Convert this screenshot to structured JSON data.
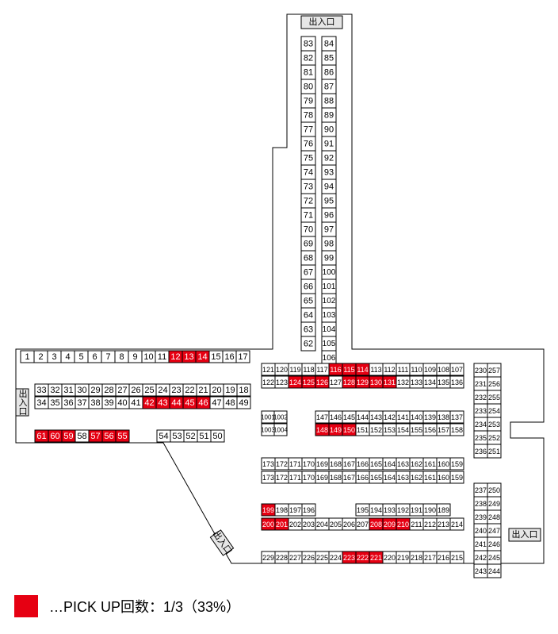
{
  "colors": {
    "highlight": "#e60012",
    "normal": "#ffffff",
    "line": "#000000",
    "exitFill": "#e6e6e6"
  },
  "exits": [
    "出入口",
    "出入口",
    "出入口",
    "出入口"
  ],
  "legend": {
    "text": "…PICK UP回数：1/3（33%）"
  },
  "highlighted": [
    12,
    13,
    14,
    42,
    43,
    44,
    45,
    46,
    55,
    56,
    57,
    59,
    60,
    61,
    114,
    115,
    116,
    124,
    125,
    126,
    128,
    129,
    130,
    131,
    148,
    149,
    150,
    199,
    200,
    201,
    208,
    209,
    210,
    221,
    222,
    223
  ],
  "rows": [
    {
      "nums": [
        83,
        82,
        81,
        80,
        79,
        78,
        77,
        76,
        75,
        74,
        73,
        72,
        71,
        70,
        69,
        68,
        67,
        66,
        65,
        64,
        63,
        62
      ],
      "dir": "v"
    },
    {
      "nums": [
        84,
        85,
        86,
        87,
        88,
        89,
        90,
        91,
        92,
        93,
        94,
        95,
        96,
        97,
        98,
        99,
        100,
        101,
        102,
        103,
        104,
        105,
        106
      ],
      "dir": "v"
    },
    {
      "nums": [
        1,
        2,
        3,
        4,
        5,
        6,
        7,
        8,
        9,
        10,
        11,
        12,
        13,
        14,
        15,
        16,
        17
      ],
      "dir": "h"
    },
    {
      "nums": [
        33,
        32,
        31,
        30,
        29,
        28,
        27,
        26,
        25,
        24,
        23,
        22,
        21,
        20,
        19,
        18
      ],
      "dir": "h"
    },
    {
      "nums": [
        34,
        35,
        36,
        37,
        38,
        39,
        40,
        41,
        42,
        43,
        44,
        45,
        46,
        47,
        48,
        49
      ],
      "dir": "h"
    },
    {
      "nums": [
        61,
        60,
        59,
        58,
        57,
        56,
        55
      ],
      "dir": "h"
    },
    {
      "nums": [
        54,
        53,
        52,
        51,
        50
      ],
      "dir": "h"
    },
    {
      "nums": [
        121,
        120,
        119,
        118,
        117,
        116,
        115,
        114,
        113,
        112,
        111,
        110,
        109,
        108,
        107
      ],
      "dir": "h"
    },
    {
      "nums": [
        122,
        123,
        124,
        125,
        126,
        127,
        128,
        129,
        130,
        131,
        132,
        133,
        134,
        135,
        136
      ],
      "dir": "h"
    },
    {
      "nums": [
        1001,
        1002
      ],
      "dir": "h"
    },
    {
      "nums": [
        1003,
        1004
      ],
      "dir": "h"
    },
    {
      "nums": [
        147,
        146,
        145,
        144,
        143,
        142,
        141,
        140,
        139,
        138,
        137
      ],
      "dir": "h"
    },
    {
      "nums": [
        148,
        149,
        150,
        151,
        152,
        153,
        154,
        155,
        156,
        157,
        158
      ],
      "dir": "h"
    },
    {
      "nums": [
        173,
        172,
        171,
        170,
        169,
        168,
        167,
        166,
        165,
        164,
        163,
        162,
        161,
        160,
        159
      ],
      "dir": "h"
    },
    {
      "nums": [
        173,
        172,
        171,
        170,
        169,
        168,
        167,
        166,
        165,
        164,
        163,
        162,
        161,
        160,
        159
      ],
      "dir": "h"
    },
    {
      "nums": [
        199,
        198,
        197,
        196
      ],
      "dir": "h"
    },
    {
      "nums": [
        195,
        194,
        193,
        192,
        191,
        190,
        189
      ],
      "dir": "h"
    },
    {
      "nums": [
        200,
        201,
        202,
        203,
        204,
        205,
        206,
        207,
        208,
        209,
        210,
        211,
        212,
        213,
        214
      ],
      "dir": "h"
    },
    {
      "nums": [
        229,
        228,
        227,
        226,
        225,
        224,
        223,
        222,
        221,
        220,
        219,
        218,
        217,
        216,
        215
      ],
      "dir": "h"
    },
    {
      "nums": [
        230,
        231,
        232,
        233,
        234,
        235,
        236
      ],
      "dir": "v"
    },
    {
      "nums": [
        257,
        256,
        255,
        254,
        253,
        252,
        251
      ],
      "dir": "v"
    },
    {
      "nums": [
        237,
        238,
        239,
        240,
        241,
        242,
        243
      ],
      "dir": "v"
    },
    {
      "nums": [
        250,
        249,
        248,
        247,
        246,
        245,
        244
      ],
      "dir": "v"
    }
  ]
}
